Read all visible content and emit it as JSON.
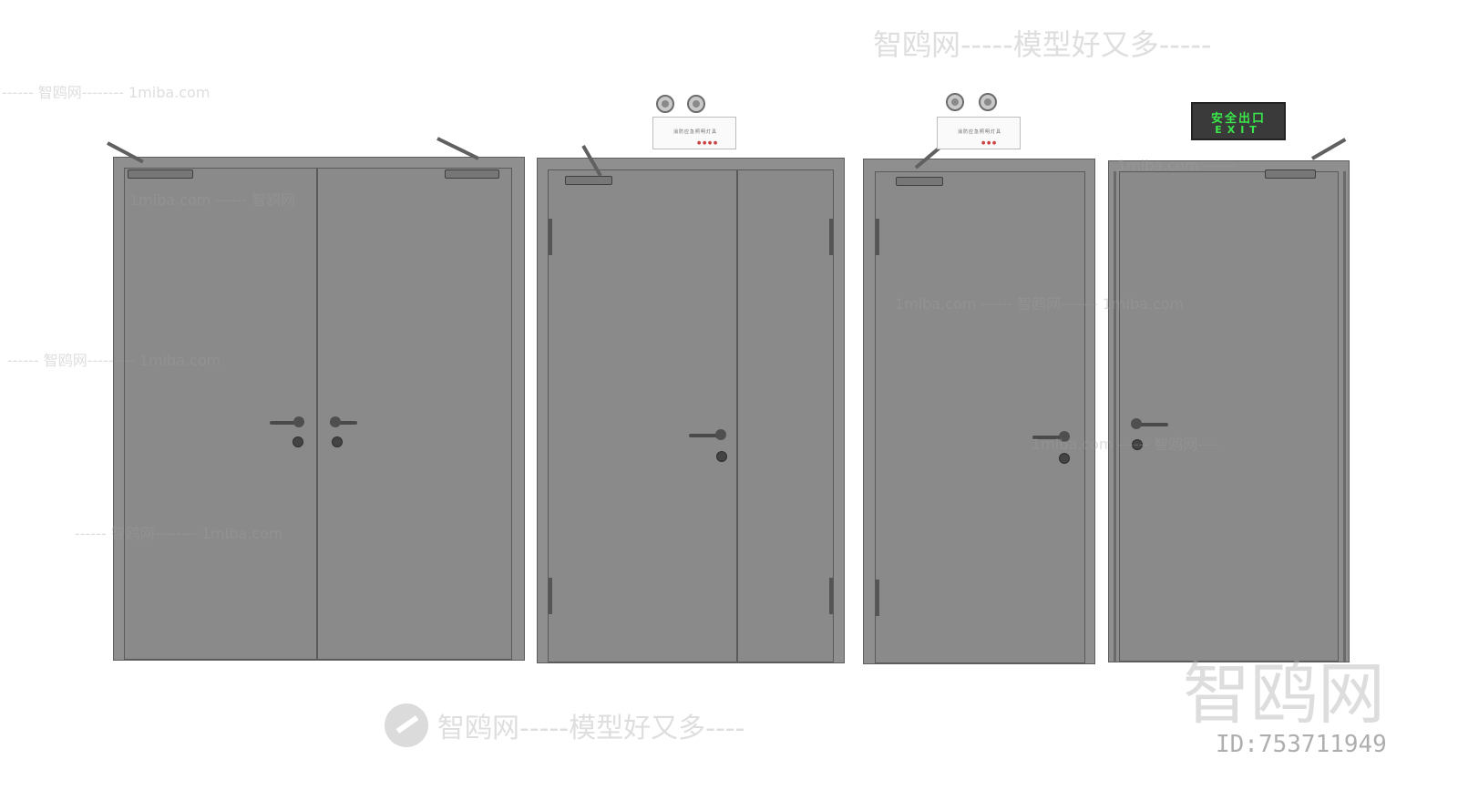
{
  "exit_sign": {
    "label_cn": "安全出口",
    "label_en": "EXIT"
  },
  "emergency_light": {
    "label": "消防应急照明灯具"
  },
  "watermarks": {
    "top_banner": "智鸥网-----模型好又多-----",
    "bottom_banner": "智鸥网-----模型好又多----",
    "line_1": "------ 智鸥网-------- 1miba.com",
    "line_2": "1miba.com ------ 智鸥网",
    "line_3": "------ 智鸥网--------- 1miba.com",
    "line_4": "------ 智鸥网-------- 1miba.com",
    "line_5": "1miba.com ------ 智鸥网------- 1miba.com",
    "line_6": "1miba.com ------ 智鸥网----",
    "line_7": "1miba.com ------",
    "big_logo": "智鸥网",
    "id_label": "ID:753711949"
  },
  "colors": {
    "door": "#8a8a8a",
    "frame": "#8f8f8f",
    "exit_green": "#39e84a"
  }
}
